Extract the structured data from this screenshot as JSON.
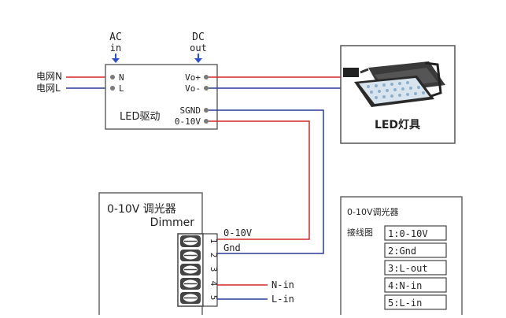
{
  "ac_label": "AC",
  "ac_sub": "in",
  "dc_label": "DC",
  "dc_sub": "out",
  "grid_n": "电网N",
  "grid_l": "电网L",
  "driver": {
    "title": "LED驱动",
    "pin_n": "N",
    "pin_l": "L",
    "pin_vo_plus": "Vo+",
    "pin_vo_minus": "Vo-",
    "pin_sgnd": "SGND",
    "pin_010v": "0-10V"
  },
  "lamp_label": "LED灯具",
  "dimmer": {
    "title_cn": "0-10V 调光器",
    "title_en": "Dimmer",
    "terminal_numbers": [
      "1",
      "2",
      "3",
      "4",
      "5"
    ],
    "wire_010v": "0-10V",
    "wire_gnd": "Gnd",
    "wire_nin": "N-in",
    "wire_lin": "L-in"
  },
  "legend": {
    "title": "0-10V调光器",
    "subtitle": "接线图",
    "items": [
      "1:0-10V",
      "2:Gnd",
      "3:L-out",
      "4:N-in",
      "5:L-in"
    ]
  },
  "colors": {
    "red_wire": "#d42a2a",
    "blue_wire": "#2a3c9c",
    "arrow": "#2a4fd0"
  }
}
